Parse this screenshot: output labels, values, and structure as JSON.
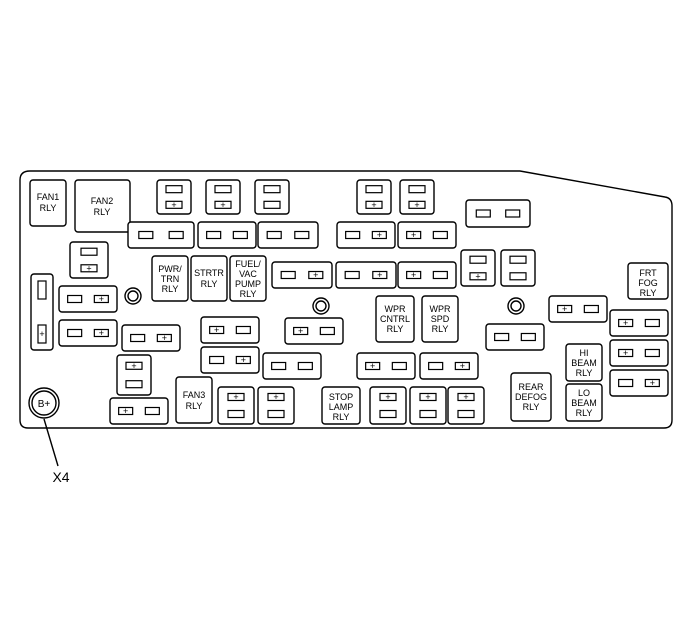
{
  "diagram": {
    "relays": {
      "fan1": [
        "FAN1",
        "RLY"
      ],
      "fan2": [
        "FAN2",
        "RLY"
      ],
      "pwr_trn": [
        "PWR/",
        "TRN",
        "RLY"
      ],
      "strtr": [
        "STRTR",
        "RLY"
      ],
      "fuel_vac": [
        "FUEL/",
        "VAC",
        "PUMP",
        "RLY"
      ],
      "fan3": [
        "FAN3",
        "RLY"
      ],
      "stop_lamp": [
        "STOP",
        "LAMP",
        "RLY"
      ],
      "wpr_cntrl": [
        "WPR",
        "CNTRL",
        "RLY"
      ],
      "wpr_spd": [
        "WPR",
        "SPD",
        "RLY"
      ],
      "rear_defog": [
        "REAR",
        "DEFOG",
        "RLY"
      ],
      "frt_fog": [
        "FRT",
        "FOG",
        "RLY"
      ],
      "hi_beam": [
        "HI",
        "BEAM",
        "RLY"
      ],
      "lo_beam": [
        "LO",
        "BEAM",
        "RLY"
      ]
    },
    "terminal": "B+",
    "callout": "X4",
    "plus": "+"
  }
}
